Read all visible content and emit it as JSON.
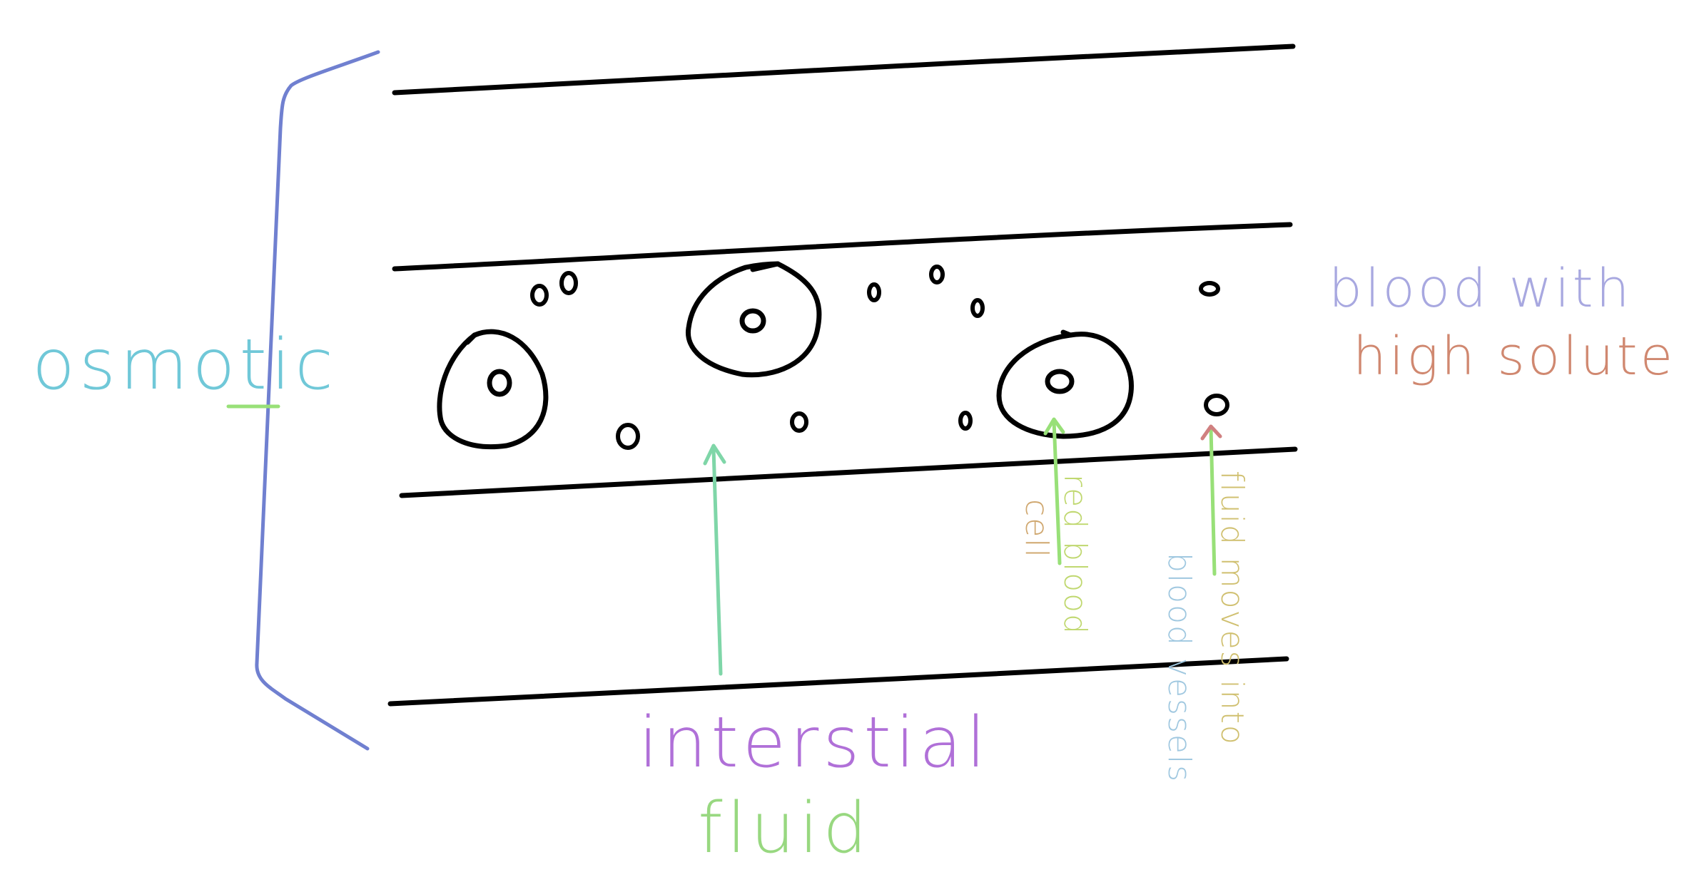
{
  "labels": {
    "osmotic": "osmotic",
    "blood_line1": "blood with",
    "blood_line2": "high  solute",
    "interstitial_line1": "interstial",
    "interstitial_line2": "fluid",
    "red_blood_line1": "red blood",
    "red_blood_line2": "cell",
    "fluid_moves_line1": "fluid moves into",
    "fluid_moves_line2": "blood vessels"
  },
  "colors": {
    "ink": "#000000",
    "bracket": "#7080d0",
    "arrow_green": "#7fd6a8",
    "arrow_lime": "#98e078",
    "arrow_pink": "#d08080",
    "violet": "#9070d8",
    "teal": "#70d0c0",
    "salmon": "#d07878",
    "orchid": "#c878d0",
    "lime": "#a8d870",
    "gold": "#d0a870"
  }
}
